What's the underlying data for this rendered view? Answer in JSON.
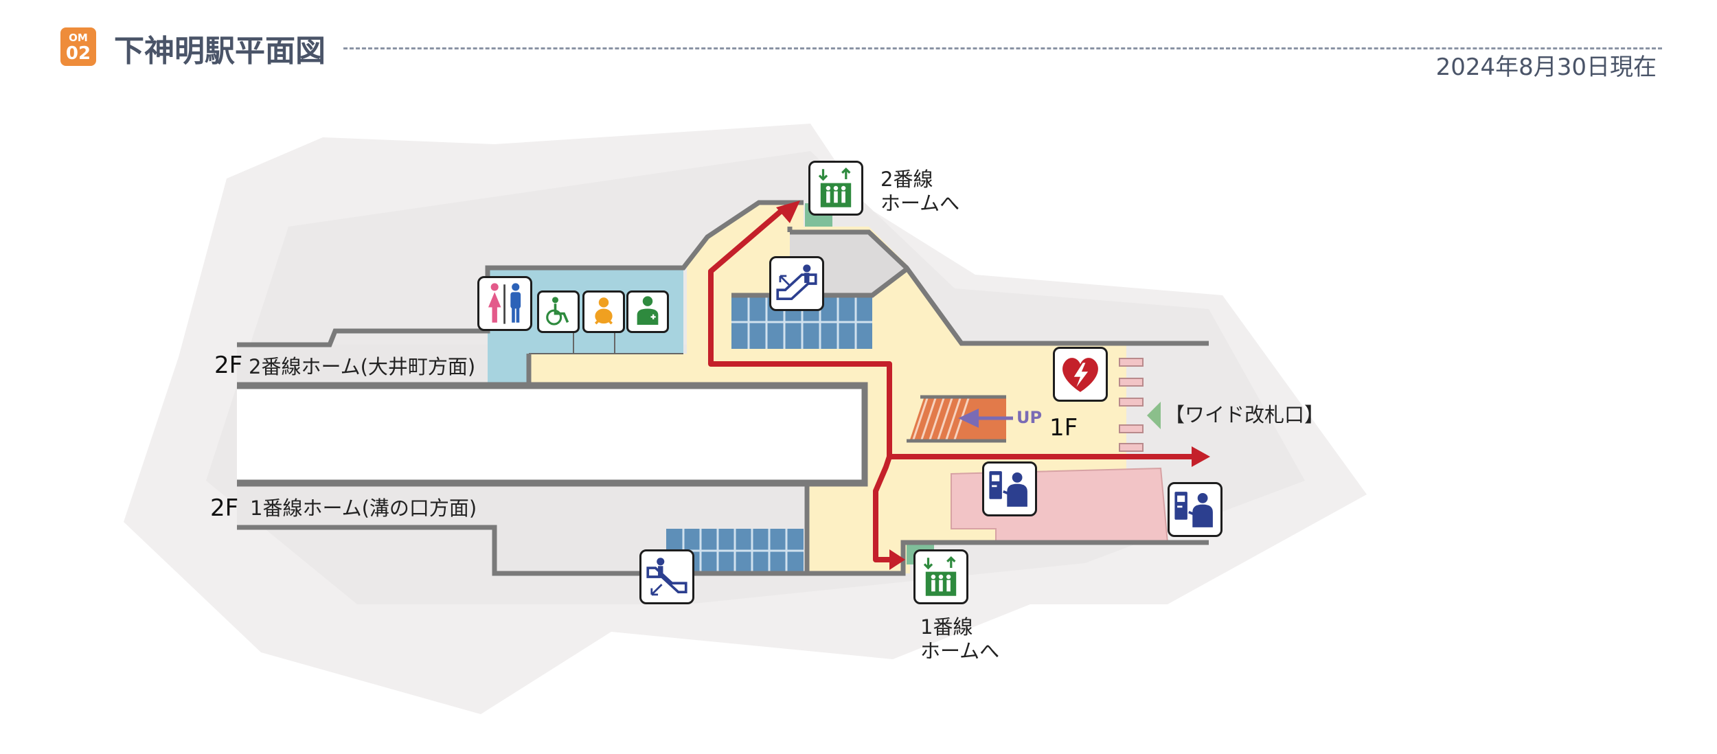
{
  "header": {
    "badge_line1": "OM",
    "badge_line2": "02",
    "title": "下神明駅平面図",
    "date": "2024年8月30日現在"
  },
  "labels": {
    "platform2_floor": "2F",
    "platform2_name": "2番線ホーム(大井町方面)",
    "platform1_floor": "2F",
    "platform1_name": "1番線ホーム(溝の口方面)",
    "to_platform2_line1": "2番線",
    "to_platform2_line2": "ホームへ",
    "to_platform1_line1": "1番線",
    "to_platform1_line2": "ホームへ",
    "concourse_floor": "1F",
    "stairs_up": "UP",
    "wide_gate": "【ワイド改札口】"
  },
  "icons": {
    "restroom": "restroom-icon",
    "accessible": "wheelchair-icon",
    "baby": "baby-care-icon",
    "multipurpose": "multipurpose-room-icon",
    "elevator_top": "elevator-icon",
    "elevator_bottom": "elevator-icon",
    "escalator_top": "escalator-icon",
    "escalator_bottom": "escalator-icon",
    "aed": "aed-icon",
    "ticket_machine_1": "ticket-machine-icon",
    "ticket_machine_2": "ticket-machine-icon"
  },
  "colors": {
    "badge": "#ee8c3a",
    "route": "#c4202a",
    "concourse": "#fdf0c4",
    "ticket_area": "#f2c4c6",
    "restroom_area": "#a7d3df",
    "escalator": "#5e8fb8",
    "stairs": "#e27a4a",
    "gate": "#8bbf8b"
  }
}
